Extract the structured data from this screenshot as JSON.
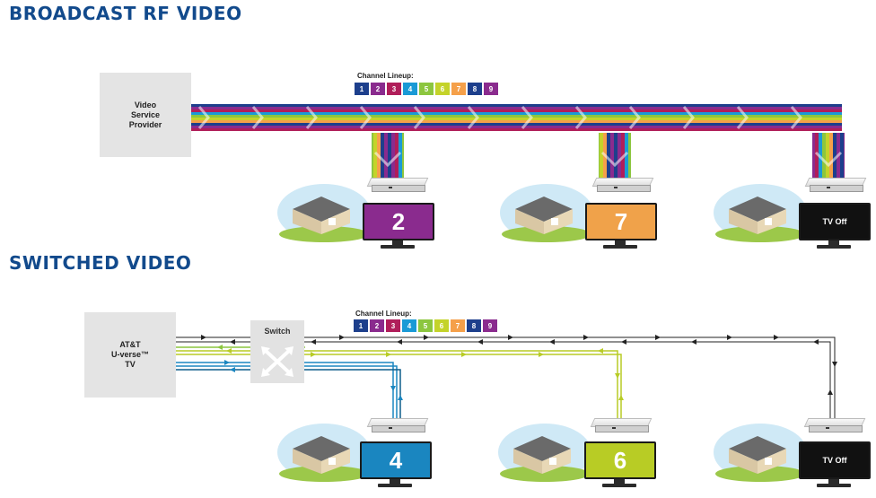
{
  "broadcast": {
    "title": "BROADCAST RF VIDEO",
    "provider": [
      "Video",
      "Service",
      "Provider"
    ],
    "lineup_label": "Channel Lineup:",
    "tvs": [
      {
        "label": "2",
        "screen_color": "#8a2b8e"
      },
      {
        "label": "7",
        "screen_color": "#f0a24a"
      },
      {
        "label": "TV Off",
        "screen_color": "#111111"
      }
    ]
  },
  "switched": {
    "title": "SWITCHED VIDEO",
    "provider": [
      "AT&T",
      "U-verse™",
      "TV"
    ],
    "switch_label": "Switch",
    "lineup_label": "Channel Lineup:",
    "tvs": [
      {
        "label": "4",
        "screen_color": "#1a86c0"
      },
      {
        "label": "6",
        "screen_color": "#b8cc25"
      },
      {
        "label": "TV Off",
        "screen_color": "#111111"
      }
    ]
  },
  "channels": [
    {
      "label": "1",
      "color": "#1d3f8c"
    },
    {
      "label": "2",
      "color": "#8a2b8e"
    },
    {
      "label": "3",
      "color": "#b01e5a"
    },
    {
      "label": "4",
      "color": "#1a9ad6"
    },
    {
      "label": "5",
      "color": "#8cc63f"
    },
    {
      "label": "6",
      "color": "#c4d32a"
    },
    {
      "label": "7",
      "color": "#f5a04a"
    },
    {
      "label": "8",
      "color": "#1d3f8c"
    },
    {
      "label": "9",
      "color": "#8a2b8e"
    }
  ]
}
